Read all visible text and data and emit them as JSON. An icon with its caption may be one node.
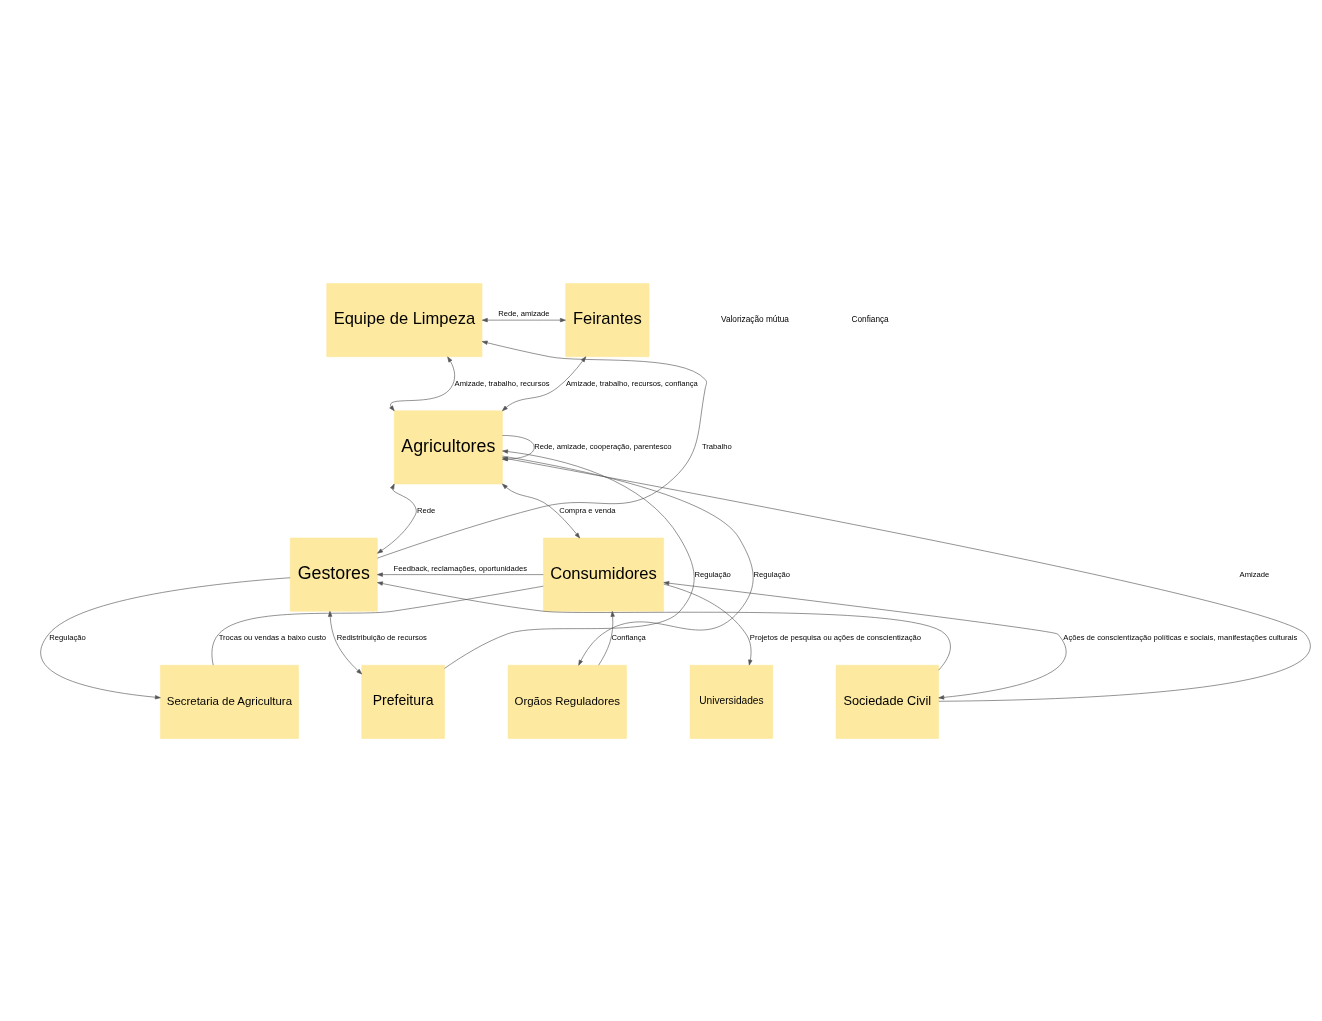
{
  "diagram": {
    "nodes": [
      {
        "text": [
          "Equipe de Limpeza"
        ]
      },
      {
        "text": [
          "Feirantes"
        ]
      },
      {
        "text": [
          "Agricultores"
        ]
      },
      {
        "text": [
          "Gestores"
        ]
      },
      {
        "text": [
          "Consumidores"
        ]
      },
      {
        "text": [
          "Secretaria de Agricultura"
        ]
      },
      {
        "text": [
          "Prefeitura"
        ]
      },
      {
        "text": [
          "Orgãos Reguladores"
        ]
      },
      {
        "text": [
          "Universidades"
        ]
      },
      {
        "text": [
          "Sociedade Civil"
        ]
      }
    ],
    "edges": [
      {
        "from": 0,
        "to": 1,
        "arrow": "both",
        "label": "Rede, amizade"
      },
      {
        "from": 2,
        "to": 0,
        "arrow": "both",
        "label": "Amizade, trabalho, recursos"
      },
      {
        "from": 2,
        "to": 1,
        "arrow": "both",
        "label": "Amizade, trabalho, recursos, confiança"
      },
      {
        "from": 3,
        "to": 0,
        "arrow": "to",
        "label": "Trabalho"
      },
      {
        "from": 2,
        "to": 3,
        "arrow": "both",
        "label": "Rede"
      },
      {
        "from": 6,
        "to": 2,
        "arrow": "to",
        "label": "Regulação"
      },
      {
        "from": 2,
        "to": 2,
        "arrow": "to",
        "label": "Rede, amizade, cooperação, parentesco"
      },
      {
        "from": 2,
        "to": 4,
        "arrow": "both",
        "label": "Compra e venda"
      },
      {
        "from": 9,
        "to": 2,
        "arrow": "to",
        "label": "Amizade"
      },
      {
        "from": 3,
        "to": 6,
        "arrow": "both",
        "label": "Redistribuição de recursos"
      },
      {
        "from": 4,
        "to": 5,
        "arrow": "none",
        "label": "Trocas ou vendas a baixo custo"
      },
      {
        "from": 2,
        "to": 7,
        "arrow": "to",
        "label": "Regulação"
      },
      {
        "from": 7,
        "to": 4,
        "arrow": "to",
        "label": "Confiança"
      },
      {
        "from": 4,
        "to": 8,
        "arrow": "to",
        "label": "Projetos de pesquisa ou ações de conscientização"
      },
      {
        "from": 4,
        "to": 3,
        "arrow": "to",
        "label": "Feedback, reclamações, oportunidades"
      },
      {
        "from": 4,
        "to": 9,
        "arrow": "both",
        "label": "Ações de conscientização políticas e sociais, manifestações culturais"
      },
      {
        "from": 3,
        "to": 5,
        "arrow": "to",
        "label": "Regulação"
      },
      {
        "from": 9,
        "to": 3,
        "arrow": "to"
      }
    ],
    "labels": [
      "Valorização mútua",
      "Confiança"
    ]
  }
}
